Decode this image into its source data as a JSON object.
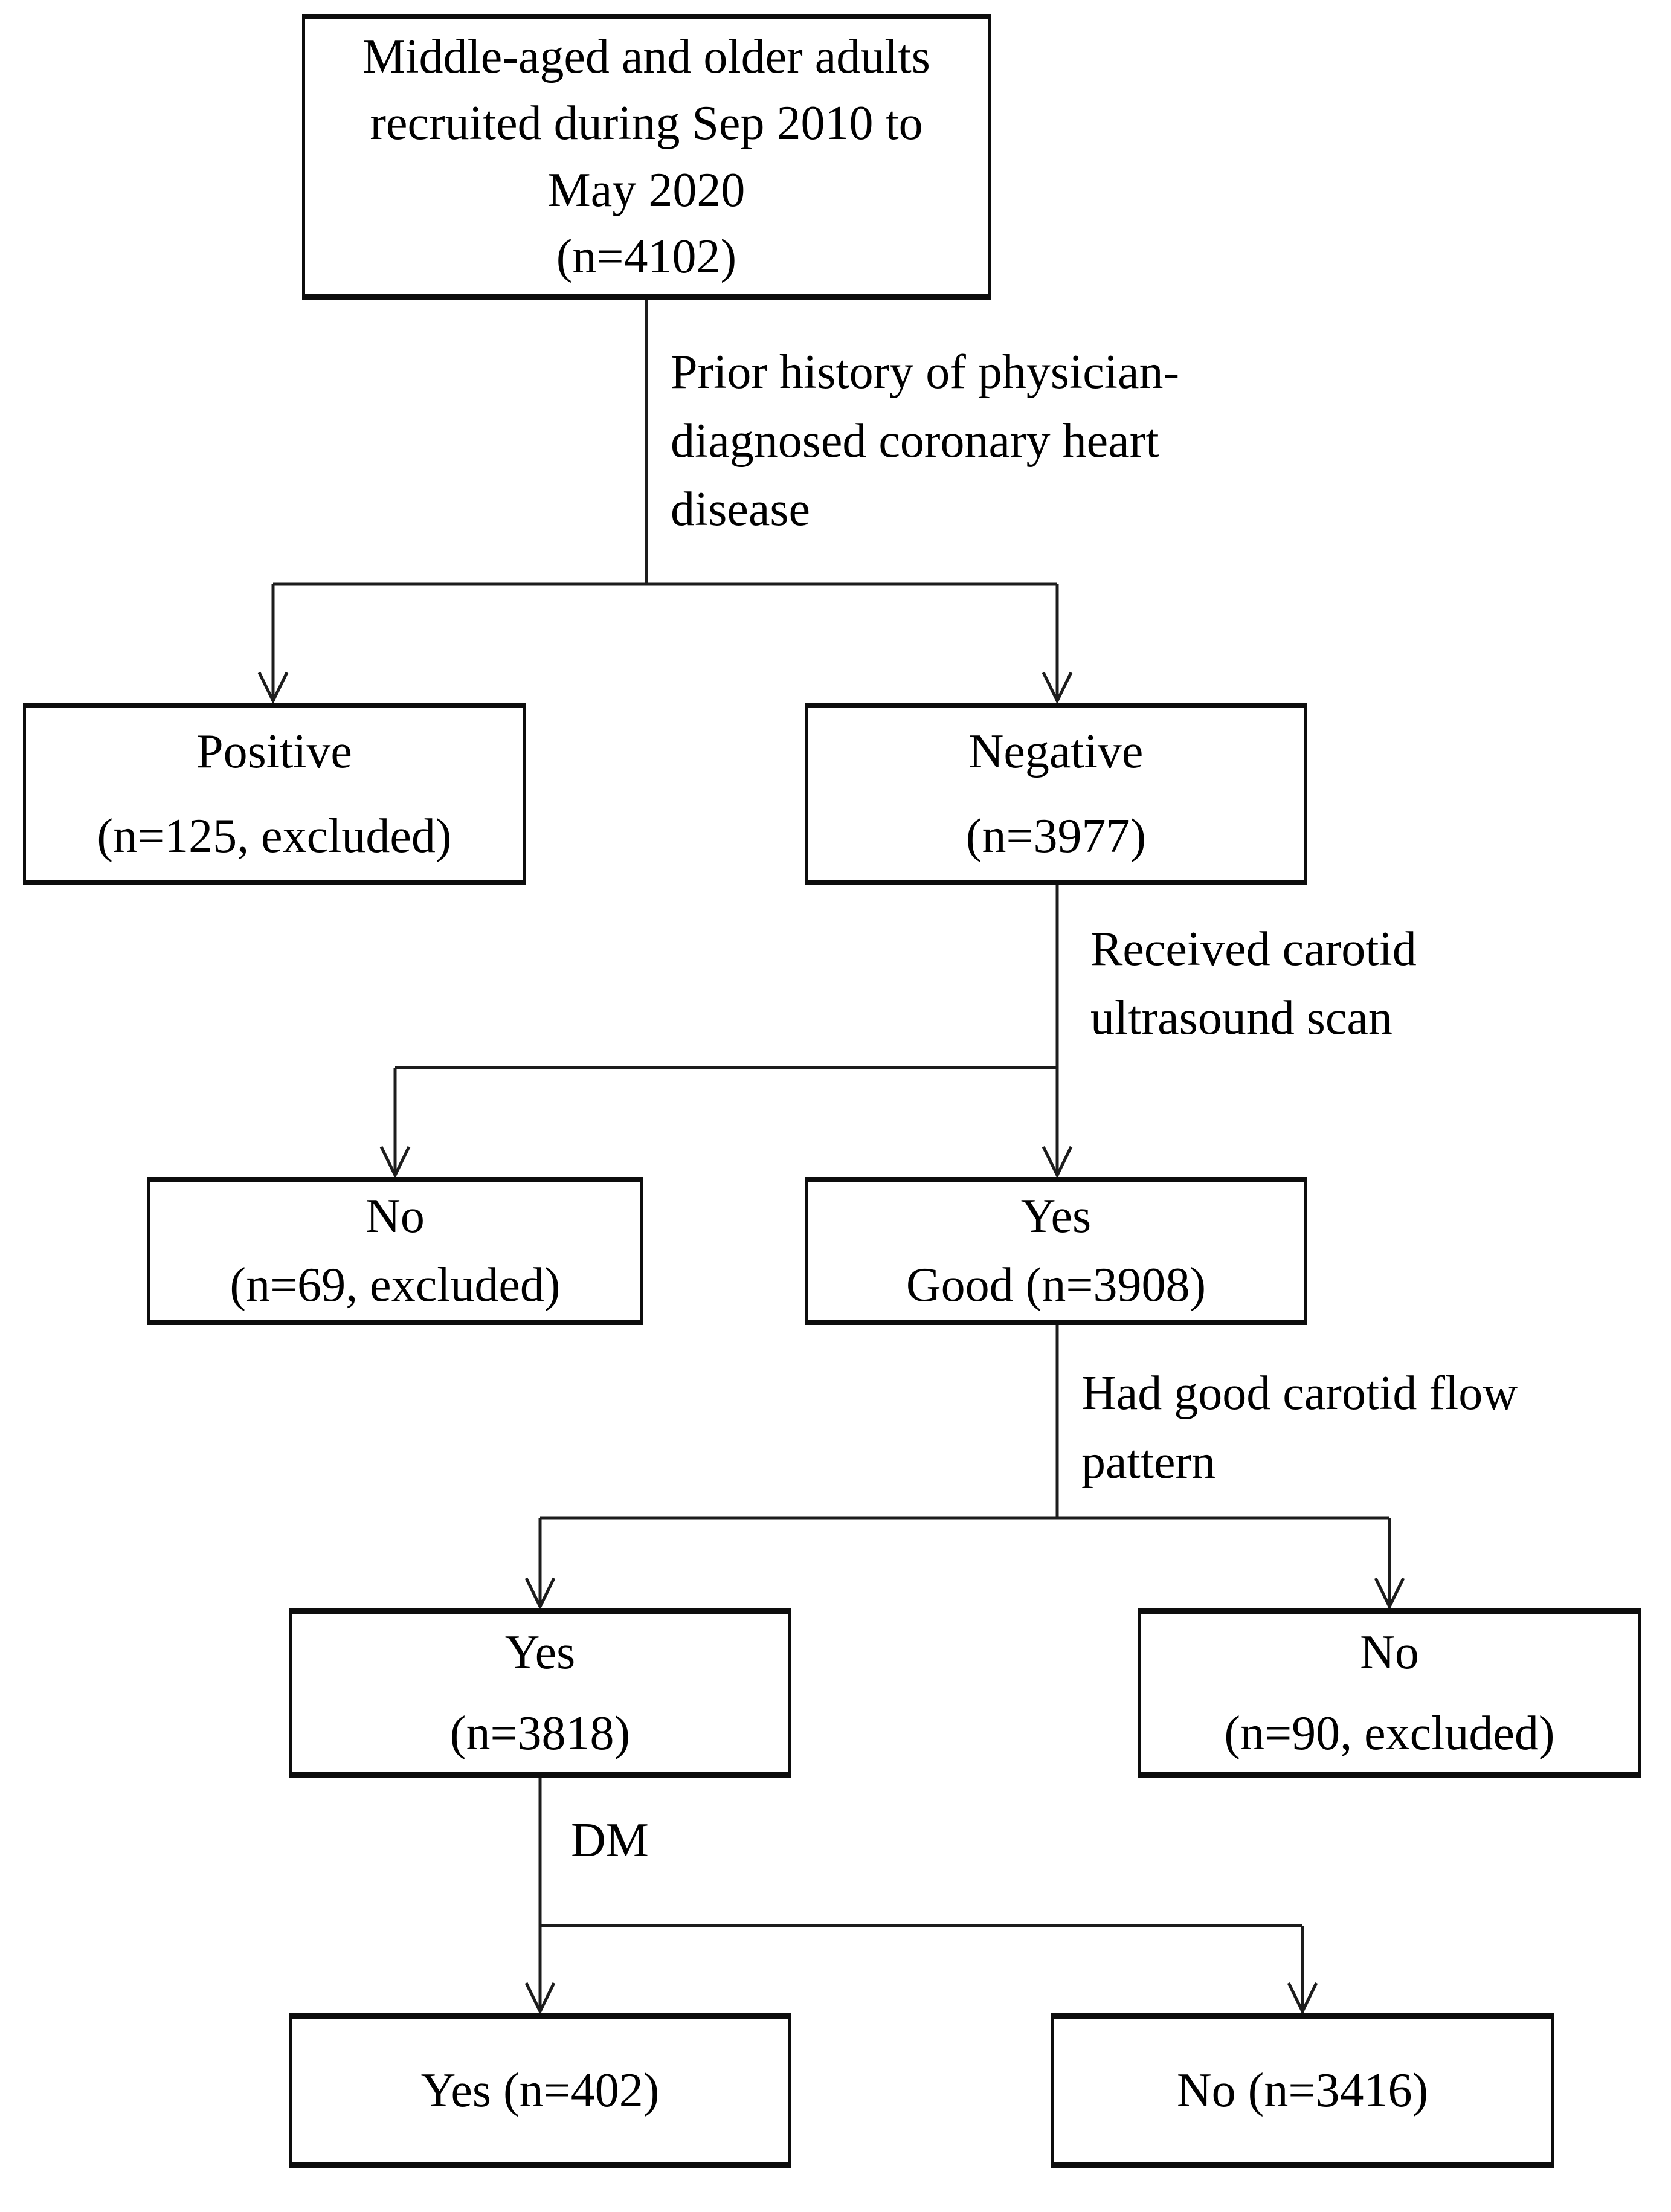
{
  "diagram": {
    "type": "participant-flow-diagram",
    "colors": {
      "line": "#1c1c1c",
      "box_border": "#0d0d0d",
      "text": "#000000",
      "background": "#ffffff"
    }
  },
  "nodes": {
    "recruited": {
      "text": "Middle-aged  and older adults\nrecruited during Sep 2010 to\nMay 2020\n(n=4102)"
    },
    "positive": {
      "text": "Positive\n(n=125, excluded)"
    },
    "negative": {
      "text": "Negative\n(n=3977)"
    },
    "no_scan": {
      "text": "No\n(n=69, excluded)"
    },
    "yes_scan": {
      "text": "Yes\nGood (n=3908)"
    },
    "yes_flow": {
      "text": "Yes\n(n=3818)"
    },
    "no_flow": {
      "text": "No\n(n=90, excluded)"
    },
    "dm_yes": {
      "text": "Yes (n=402)"
    },
    "dm_no": {
      "text": "No (n=3416)"
    }
  },
  "labels": {
    "prior_history": "Prior history of physician-\ndiagnosed coronary heart\ndisease",
    "received_scan": "Received  carotid\nultrasound scan",
    "flow_pattern": "Had good carotid flow\npattern",
    "dm": "DM"
  }
}
